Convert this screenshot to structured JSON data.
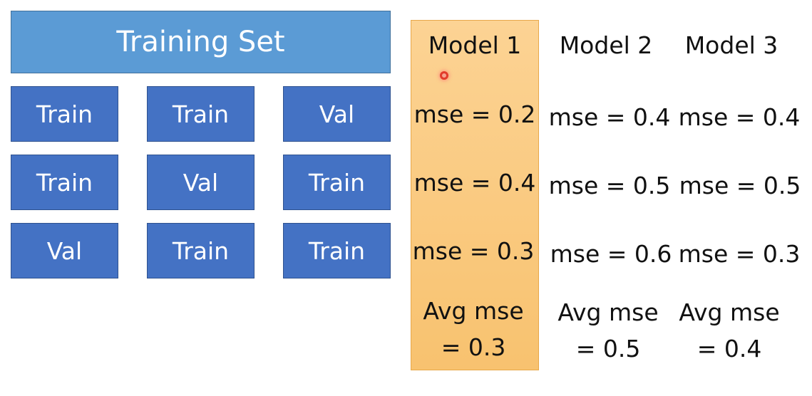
{
  "training_set_label": "Training Set",
  "folds": [
    [
      "Train",
      "Train",
      "Val"
    ],
    [
      "Train",
      "Val",
      "Train"
    ],
    [
      "Val",
      "Train",
      "Train"
    ]
  ],
  "models": [
    {
      "name": "Model 1",
      "mse": [
        "mse = 0.2",
        "mse = 0.4",
        "mse = 0.3"
      ],
      "avg_line1": "Avg mse",
      "avg_line2": "= 0.3",
      "highlighted": true
    },
    {
      "name": "Model 2",
      "mse": [
        "mse = 0.4",
        "mse = 0.5",
        "mse = 0.6"
      ],
      "avg_line1": "Avg mse",
      "avg_line2": "= 0.5",
      "highlighted": false
    },
    {
      "name": "Model 3",
      "mse": [
        "mse = 0.4",
        "mse = 0.5",
        "mse = 0.3"
      ],
      "avg_line1": "Avg mse",
      "avg_line2": "= 0.4",
      "highlighted": false
    }
  ],
  "colors": {
    "training_set_fill": "#5b9bd5",
    "fold_fill": "#4472c4",
    "highlight_fill": "#f8c26f"
  }
}
